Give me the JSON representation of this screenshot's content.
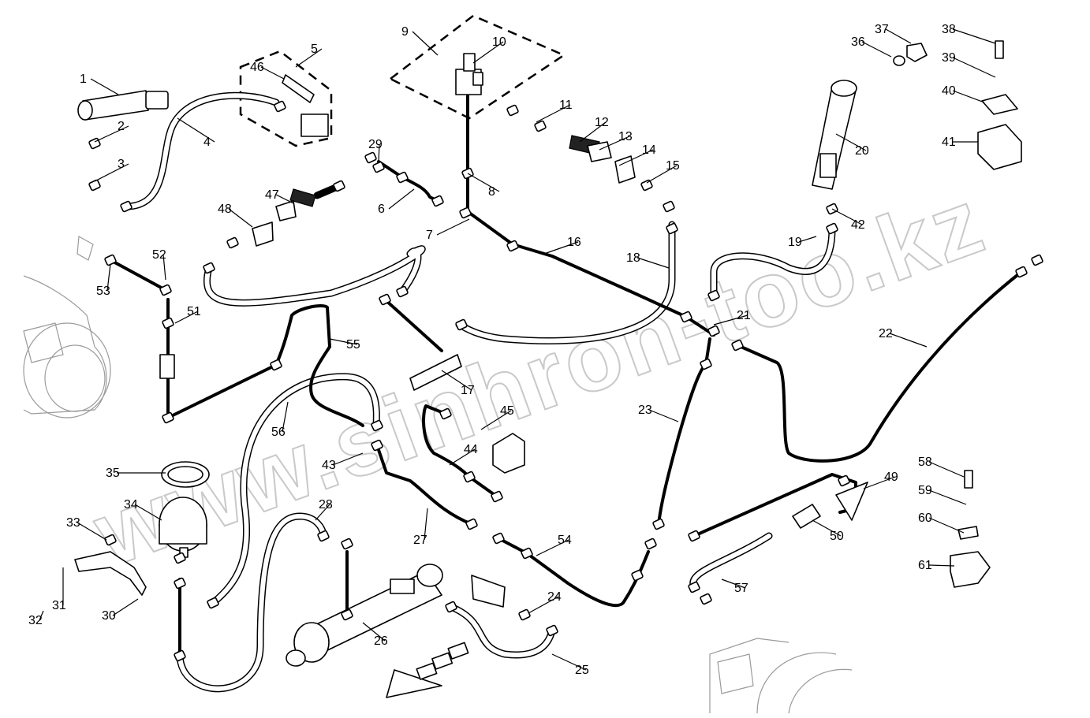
{
  "diagram": {
    "watermark": "www.sinhron-too.kz",
    "callouts": [
      "1",
      "2",
      "3",
      "4",
      "5",
      "6",
      "7",
      "8",
      "9",
      "10",
      "11",
      "12",
      "13",
      "14",
      "15",
      "16",
      "17",
      "18",
      "19",
      "20",
      "21",
      "22",
      "23",
      "24",
      "25",
      "26",
      "27",
      "28",
      "29",
      "30",
      "31",
      "32",
      "33",
      "34",
      "35",
      "36",
      "37",
      "38",
      "39",
      "40",
      "41",
      "42",
      "43",
      "44",
      "45",
      "46",
      "47",
      "48",
      "49",
      "50",
      "51",
      "52",
      "53",
      "54",
      "55",
      "56",
      "57",
      "58",
      "59",
      "60",
      "61"
    ]
  }
}
